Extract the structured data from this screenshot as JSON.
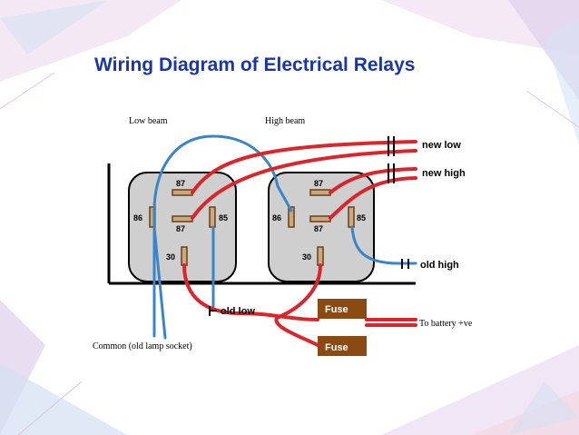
{
  "slide": {
    "title": "Wiring Diagram of Electrical Relays"
  },
  "diagram": {
    "labels": {
      "low_beam": "Low beam",
      "high_beam": "High beam",
      "new_low": "new low",
      "new_high": "new high",
      "old_high": "old high",
      "old_low": "old low",
      "to_battery": "To battery +ve",
      "common": "Common (old lamp socket)",
      "fuse_1": "Fuse",
      "fuse_2": "Fuse"
    },
    "relay_left": {
      "pin_87": "87",
      "pin_86": "86",
      "pin_87a": "87",
      "pin_85": "85",
      "pin_30": "30"
    },
    "relay_right": {
      "pin_87": "87",
      "pin_86": "86",
      "pin_87a": "87",
      "pin_85": "85",
      "pin_30": "30"
    },
    "colors": {
      "wire_red": "#d9252b",
      "wire_blue": "#3a85c8",
      "relay_fill": "#cfcfcf",
      "fuse_fill": "#8a4a12",
      "title": "#1a35a8"
    }
  }
}
